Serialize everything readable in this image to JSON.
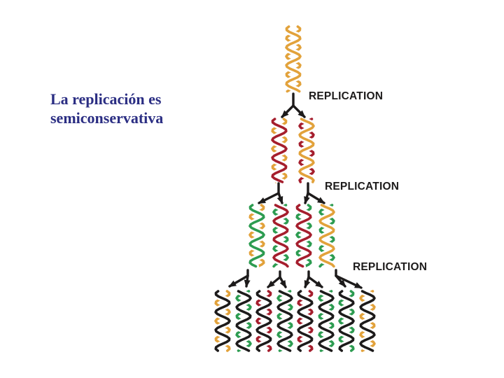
{
  "slide": {
    "background_color": "#ffffff",
    "title": {
      "lines": [
        "La replicación es",
        "semiconservativa"
      ],
      "color": "#2b2e83"
    }
  },
  "diagram": {
    "type": "dna-semiconservative-replication-tree",
    "replication_labels": [
      "REPLICATION",
      "REPLICATION",
      "REPLICATION"
    ],
    "arrow_color": "#1d1b1b",
    "strand_colors": {
      "parental_orange": "#e2a23b",
      "new_red": "#a51e2d",
      "new_green": "#2d9c51",
      "new_black": "#1d1b1b"
    },
    "generations": [
      {
        "label": "parental-dna",
        "helices": [
          [
            "parental_orange",
            "parental_orange"
          ]
        ]
      },
      {
        "label": "first-replication-products",
        "helices": [
          [
            "parental_orange",
            "new_red"
          ],
          [
            "new_red",
            "parental_orange"
          ]
        ]
      },
      {
        "label": "second-replication-products",
        "helices": [
          [
            "parental_orange",
            "new_green"
          ],
          [
            "new_green",
            "new_red"
          ],
          [
            "new_green",
            "new_red"
          ],
          [
            "new_green",
            "parental_orange"
          ]
        ]
      },
      {
        "label": "third-replication-products",
        "helices": [
          [
            "parental_orange",
            "new_black"
          ],
          [
            "new_green",
            "new_black"
          ],
          [
            "new_red",
            "new_black"
          ],
          [
            "new_green",
            "new_black"
          ],
          [
            "new_red",
            "new_black"
          ],
          [
            "new_green",
            "new_black"
          ],
          [
            "new_green",
            "new_black"
          ],
          [
            "parental_orange",
            "new_black"
          ]
        ]
      }
    ]
  }
}
